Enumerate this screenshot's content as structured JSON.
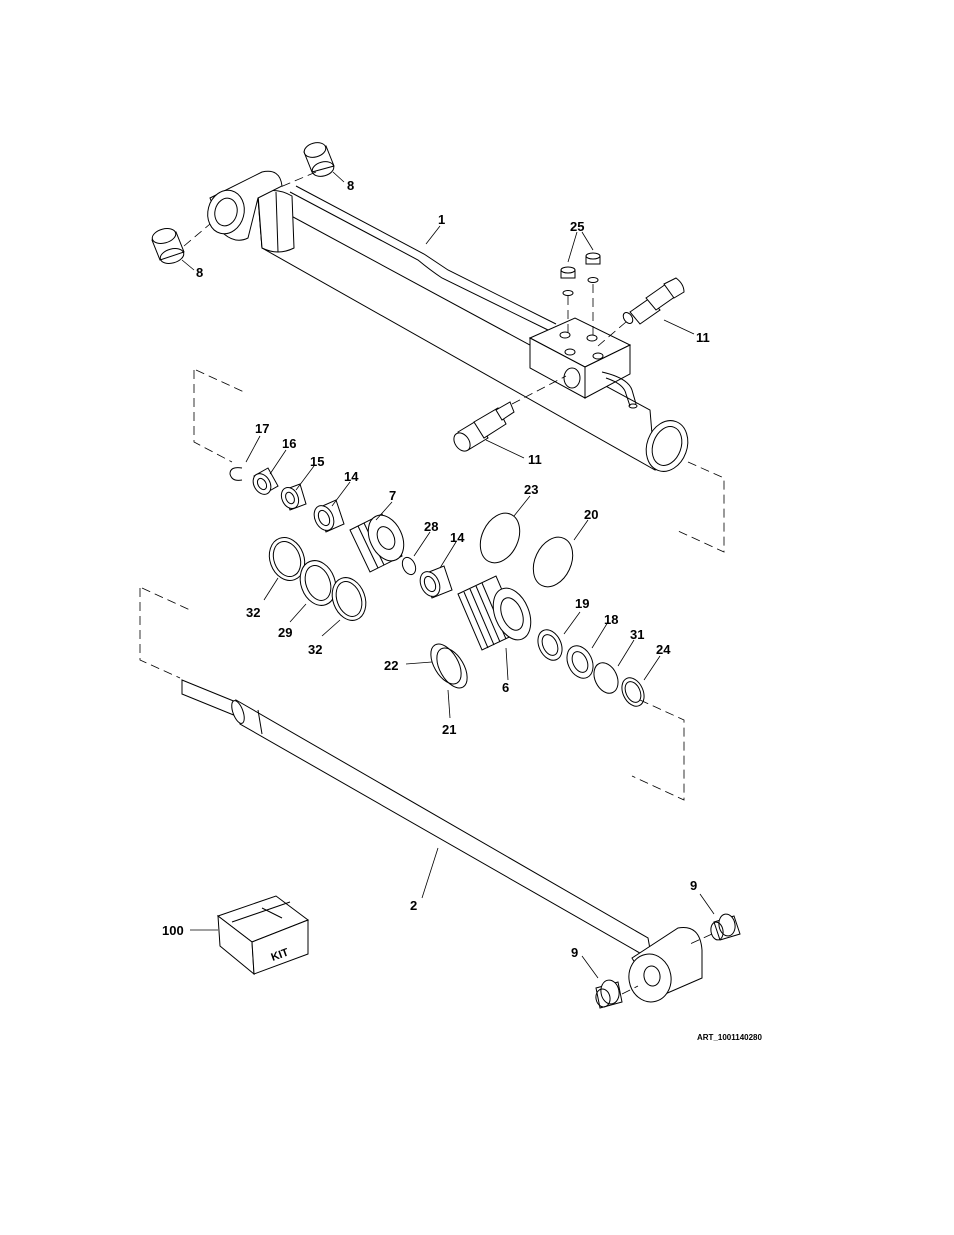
{
  "colors": {
    "ink": "#000000",
    "paper": "#ffffff"
  },
  "callouts": {
    "c1": "1",
    "c2": "2",
    "c6": "6",
    "c7": "7",
    "c8a": "8",
    "c8b": "8",
    "c9a": "9",
    "c9b": "9",
    "c11a": "11",
    "c11b": "11",
    "c14a": "14",
    "c14b": "14",
    "c15": "15",
    "c16": "16",
    "c17": "17",
    "c18": "18",
    "c19": "19",
    "c20": "20",
    "c21": "21",
    "c22": "22",
    "c23": "23",
    "c24": "24",
    "c25": "25",
    "c28": "28",
    "c29": "29",
    "c31": "31",
    "c32a": "32",
    "c32b": "32",
    "c100": "100"
  },
  "kit_label": "KIT",
  "art_id": "ART_1001140280"
}
